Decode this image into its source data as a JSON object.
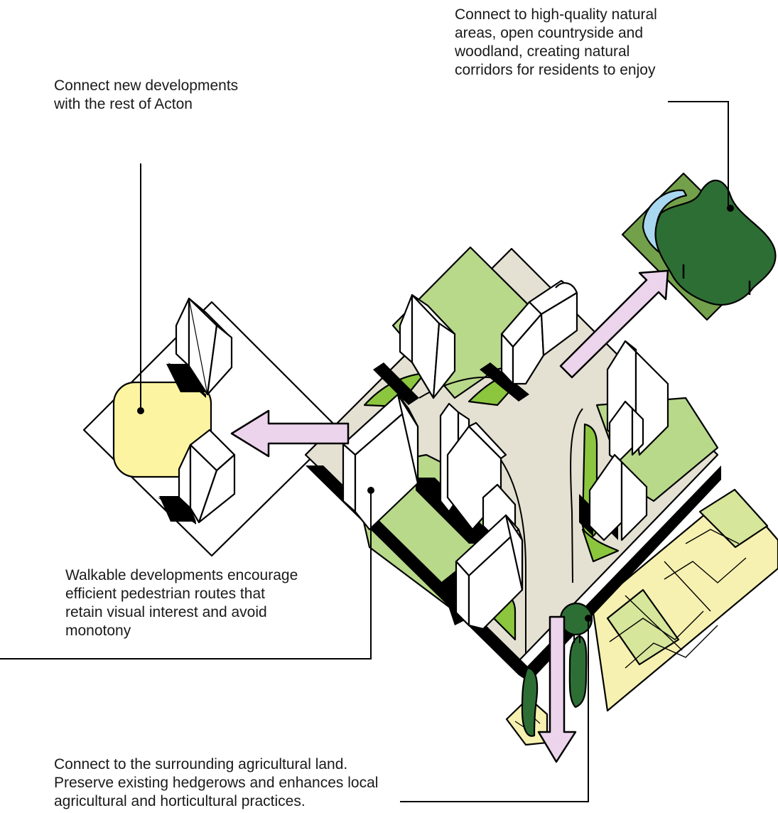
{
  "annotations": {
    "nature": {
      "lines": [
        "Connect to high-quality natural",
        "areas, open countryside and",
        "woodland, creating natural",
        "corridors for residents to enjoy"
      ]
    },
    "acton": {
      "lines": [
        "Connect new developments",
        "with the rest of Acton"
      ]
    },
    "walkable": {
      "lines": [
        "Walkable developments encourage",
        "efficient pedestrian routes that",
        "retain visual interest and avoid",
        "monotony"
      ]
    },
    "agricultural": {
      "lines": [
        "Connect to the surrounding agricultural land.",
        "Preserve existing hedgerows and enhances local",
        "agricultural and horticultural practices."
      ]
    }
  },
  "colors": {
    "outline": "#000000",
    "lawn": "#b8d98a",
    "lawn_bright": "#8cc63f",
    "path": "#e4e1d3",
    "arrow": "#ecd4ec",
    "square": "#fdf4a1",
    "forest": "#2d6e35",
    "forest_ground": "#73a04a",
    "water": "#a9d7ef",
    "fields": "#f6f1b0",
    "fields_green": "#d6e69a"
  },
  "icons": [
    "arrow-west",
    "arrow-northeast",
    "arrow-south",
    "tree-icon",
    "house-icon",
    "pond-icon",
    "woodland-icon"
  ]
}
